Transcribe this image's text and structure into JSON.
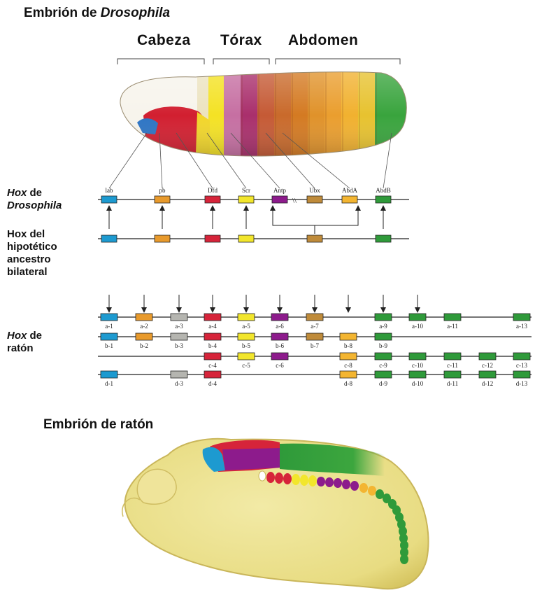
{
  "title_fly": {
    "prefix": "Embrión de ",
    "species": "Drosophila"
  },
  "regions": {
    "head": "Cabeza",
    "thorax": "Tórax",
    "abdomen": "Abdomen"
  },
  "labels": {
    "hox_fly_1": "Hox",
    "hox_fly_2": " de",
    "hox_fly_3": "Drosophila",
    "ancestor": [
      "Hox del",
      "hipotético",
      "ancestro",
      "bilateral"
    ],
    "hox_mouse_1": "Hox",
    "hox_mouse_2": " de",
    "hox_mouse_3": "ratón"
  },
  "title_mouse": "Embrión de ratón",
  "colors": {
    "lab": "#1d9ad0",
    "pb": "#e89a2c",
    "grey": "#b5b5b0",
    "dfd": "#d6243a",
    "scr": "#f2e62c",
    "antp": "#8d1b8c",
    "ubx": "#bf8b3a",
    "abda": "#f3b531",
    "abdb": "#2f9a3a"
  },
  "fly_genes": [
    {
      "name": "lab",
      "color": "lab"
    },
    {
      "name": "pb",
      "color": "pb"
    },
    {
      "name": "Dfd",
      "color": "dfd"
    },
    {
      "name": "Scr",
      "color": "scr"
    },
    {
      "name": "Antp",
      "color": "antp"
    },
    {
      "name": "Ubx",
      "color": "ubx"
    },
    {
      "name": "AbdA",
      "color": "abda"
    },
    {
      "name": "AbdB",
      "color": "abdb"
    }
  ],
  "mouse_rows": [
    [
      {
        "n": "a-1",
        "c": "lab",
        "col": 0
      },
      {
        "n": "a-2",
        "c": "pb",
        "col": 1
      },
      {
        "n": "a-3",
        "c": "grey",
        "col": 2
      },
      {
        "n": "a-4",
        "c": "dfd",
        "col": 3
      },
      {
        "n": "a-5",
        "c": "scr",
        "col": 4
      },
      {
        "n": "a-6",
        "c": "antp",
        "col": 5
      },
      {
        "n": "a-7",
        "c": "ubx",
        "col": 6
      },
      {
        "n": "a-9",
        "c": "abdb",
        "col": 8
      },
      {
        "n": "a-10",
        "c": "abdb",
        "col": 9
      },
      {
        "n": "a-11",
        "c": "abdb",
        "col": 10
      },
      {
        "n": "a-13",
        "c": "abdb",
        "col": 12
      }
    ],
    [
      {
        "n": "b-1",
        "c": "lab",
        "col": 0
      },
      {
        "n": "b-2",
        "c": "pb",
        "col": 1
      },
      {
        "n": "b-3",
        "c": "grey",
        "col": 2
      },
      {
        "n": "b-4",
        "c": "dfd",
        "col": 3
      },
      {
        "n": "b-5",
        "c": "scr",
        "col": 4
      },
      {
        "n": "b-6",
        "c": "antp",
        "col": 5
      },
      {
        "n": "b-7",
        "c": "ubx",
        "col": 6
      },
      {
        "n": "b-8",
        "c": "abda",
        "col": 7
      },
      {
        "n": "b-9",
        "c": "abdb",
        "col": 8
      }
    ],
    [
      {
        "n": "c-4",
        "c": "dfd",
        "col": 3
      },
      {
        "n": "c-5",
        "c": "scr",
        "col": 4
      },
      {
        "n": "c-6",
        "c": "antp",
        "col": 5
      },
      {
        "n": "c-8",
        "c": "abda",
        "col": 7
      },
      {
        "n": "c-9",
        "c": "abdb",
        "col": 8
      },
      {
        "n": "c-10",
        "c": "abdb",
        "col": 9
      },
      {
        "n": "c-11",
        "c": "abdb",
        "col": 10
      },
      {
        "n": "c-12",
        "c": "abdb",
        "col": 11
      },
      {
        "n": "c-13",
        "c": "abdb",
        "col": 12
      }
    ],
    [
      {
        "n": "d-1",
        "c": "lab",
        "col": 0
      },
      {
        "n": "d-3",
        "c": "grey",
        "col": 2
      },
      {
        "n": "d-4",
        "c": "dfd",
        "col": 3
      },
      {
        "n": "d-8",
        "c": "abda",
        "col": 7
      },
      {
        "n": "d-9",
        "c": "abdb",
        "col": 8
      },
      {
        "n": "d-10",
        "c": "abdb",
        "col": 9
      },
      {
        "n": "d-11",
        "c": "abdb",
        "col": 10
      },
      {
        "n": "d-12",
        "c": "abdb",
        "col": 11
      },
      {
        "n": "d-13",
        "c": "abdb",
        "col": 12
      }
    ]
  ]
}
